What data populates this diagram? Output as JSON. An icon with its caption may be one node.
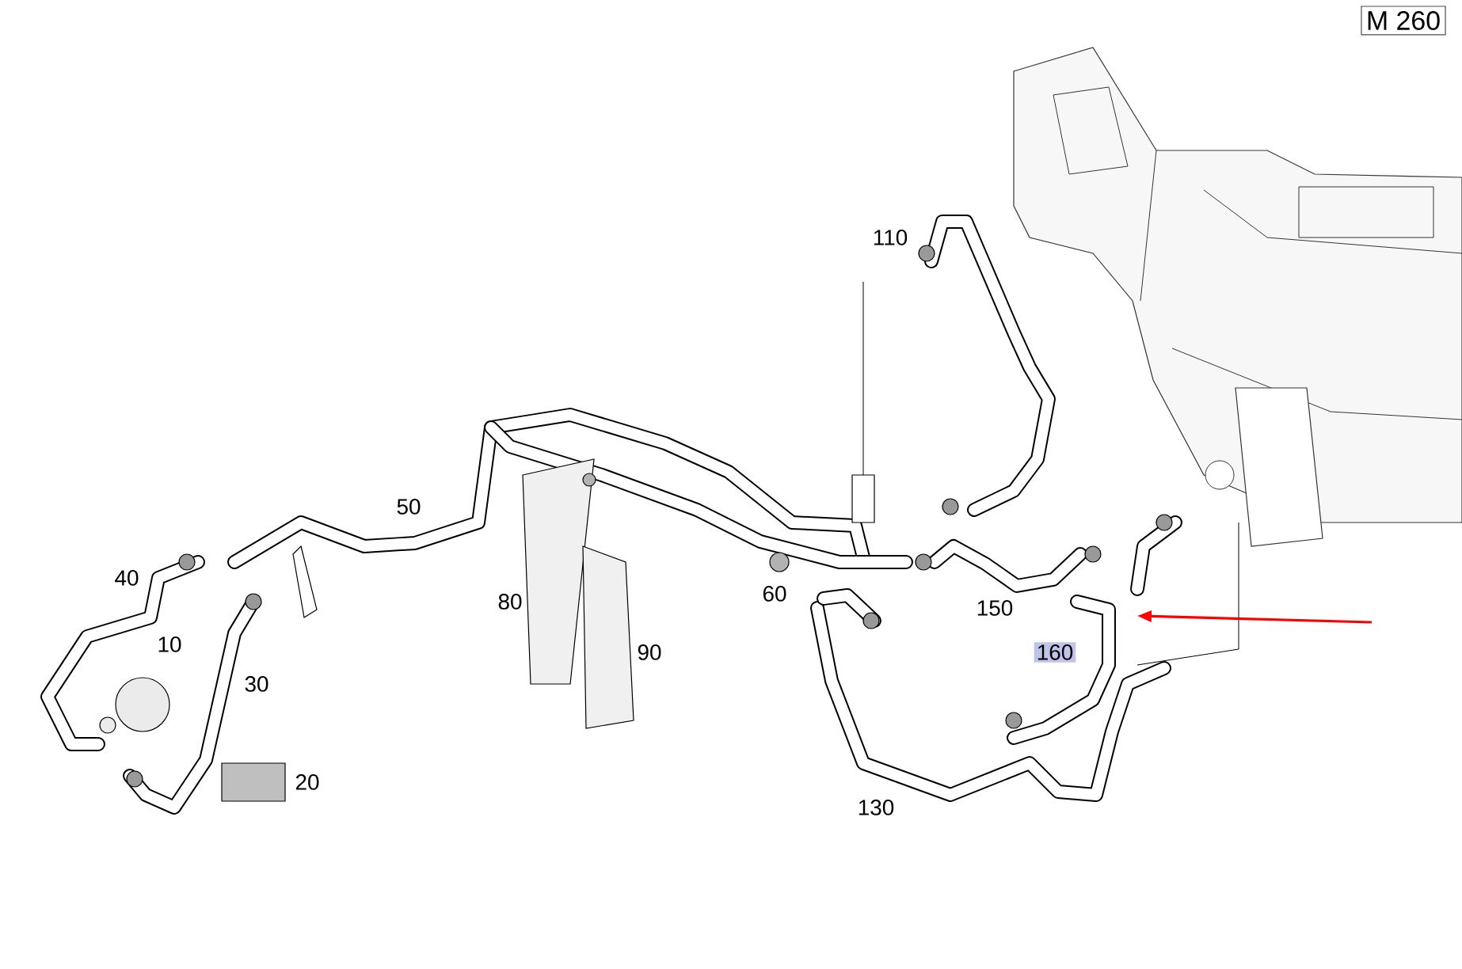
{
  "diagram": {
    "nodes": [
      {
        "text": [
          "M 260"
        ]
      },
      {
        "text": [
          "160"
        ]
      }
    ],
    "edges": [],
    "labels": [
      "110",
      "50",
      "40",
      "60",
      "80",
      "150",
      "10",
      "90",
      "30",
      "20",
      "130"
    ]
  }
}
